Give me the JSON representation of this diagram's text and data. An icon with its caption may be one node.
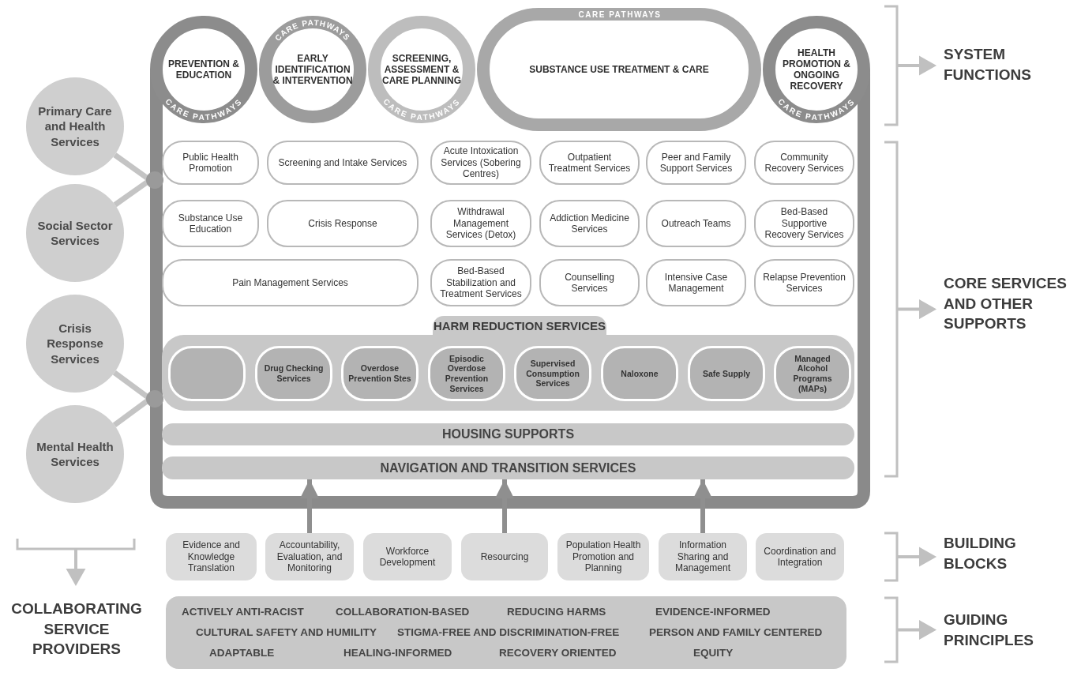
{
  "diagram": {
    "nodes": [
      {
        "text": [],
        "shape": "box"
      },
      {
        "text": [
          "PREVENTION & EDUCATION"
        ],
        "in": 0
      },
      {
        "text": [
          "EARLY IDENTIFICATION & INTERVENTION"
        ],
        "in": 0
      },
      {
        "text": [
          "SCREENING, ASSESSMENT & CARE PLANNING"
        ],
        "in": 0
      },
      {
        "text": [
          "SUBSTANCE USE TREATMENT & CARE"
        ],
        "in": 0
      },
      {
        "text": [
          "HEALTH PROMOTION & ONGOING RECOVERY"
        ],
        "in": 0
      },
      {
        "text": [
          "Public Health Promotion"
        ],
        "in": 0
      },
      {
        "text": [
          "Screening and Intake Services"
        ],
        "in": 0
      },
      {
        "text": [
          "Acute Intoxication Services (Sobering Centres)"
        ],
        "in": 0
      },
      {
        "text": [
          "Outpatient Treatment Services"
        ],
        "in": 0
      },
      {
        "text": [
          "Peer and Family Support Services"
        ],
        "in": 0
      },
      {
        "text": [
          "Community Recovery Services"
        ],
        "in": 0
      },
      {
        "text": [
          "Substance Use Education"
        ],
        "in": 0
      },
      {
        "text": [
          "Crisis Response"
        ],
        "in": 0
      },
      {
        "text": [
          "Withdrawal Management Services (Detox)"
        ],
        "in": 0
      },
      {
        "text": [
          "Addiction Medicine Services"
        ],
        "in": 0
      },
      {
        "text": [
          "Outreach Teams"
        ],
        "in": 0
      },
      {
        "text": [
          "Bed-Based Supportive Recovery Services"
        ],
        "in": 0
      },
      {
        "text": [
          "Pain Management Services"
        ],
        "in": 0
      },
      {
        "text": [
          "Bed-Based Stabilization and Treatment Services"
        ],
        "in": 0
      },
      {
        "text": [
          "Counselling Services"
        ],
        "in": 0
      },
      {
        "text": [
          "Intensive Case Management"
        ],
        "in": 0
      },
      {
        "text": [
          "Relapse Prevention Services"
        ],
        "in": 0
      },
      {
        "text": [
          "HARM REDUCTION SERVICES"
        ],
        "in": 0
      },
      {
        "text": [],
        "shape": "box",
        "in": 23
      },
      {
        "text": [
          "Drug Checking Services"
        ],
        "in": 23
      },
      {
        "text": [
          "Overdose Prevention Stes"
        ],
        "in": 23
      },
      {
        "text": [
          "Episodic Overdose Prevention Services"
        ],
        "in": 23
      },
      {
        "text": [
          "Supervised Consumption Services"
        ],
        "in": 23
      },
      {
        "text": [
          "Naloxone"
        ],
        "in": 23
      },
      {
        "text": [
          "Safe Supply"
        ],
        "in": 23
      },
      {
        "text": [
          "Managed Alcohol Programs (MAPs)"
        ],
        "in": 23
      },
      {
        "text": [
          "HOUSING SUPPORTS"
        ],
        "in": 0
      },
      {
        "text": [
          "NAVIGATION AND TRANSITION SERVICES"
        ],
        "in": 0
      },
      {
        "text": [
          "Evidence and Knowledge Translation"
        ]
      },
      {
        "text": [
          "Accountability, Evaluation, and Monitoring"
        ]
      },
      {
        "text": [
          "Workforce Development"
        ]
      },
      {
        "text": [
          "Resourcing"
        ]
      },
      {
        "text": [
          "Population Health Promotion and Planning"
        ]
      },
      {
        "text": [
          "Information Sharing and Management"
        ]
      },
      {
        "text": [
          "Coordination and Integration"
        ]
      },
      {
        "text": [
          "ACTIVELY ANTI-RACIST",
          "COLLABORATION-BASED",
          "REDUCING HARMS",
          "EVIDENCE-INFORMED",
          "CULTURAL SAFETY AND HUMILITY",
          "STIGMA-FREE AND DISCRIMINATION-FREE",
          "PERSON AND FAMILY CENTERED",
          "ADAPTABLE",
          "HEALING-INFORMED",
          "RECOVERY ORIENTED",
          "EQUITY"
        ]
      },
      {
        "text": [
          "Primary Care and Health Services"
        ]
      },
      {
        "text": [
          "Social Sector Services"
        ]
      },
      {
        "text": [
          "Crisis Response Services"
        ]
      },
      {
        "text": [
          "Mental Health Services"
        ]
      }
    ],
    "edges": [
      {
        "from": 42,
        "to": 0,
        "arrow": "none"
      },
      {
        "from": 43,
        "to": 0,
        "arrow": "none"
      },
      {
        "from": 44,
        "to": 0,
        "arrow": "none"
      },
      {
        "from": 45,
        "to": 0,
        "arrow": "none"
      },
      {
        "from": 35,
        "to": 33,
        "arrow": "to"
      },
      {
        "from": 37,
        "to": 33,
        "arrow": "to"
      },
      {
        "from": 39,
        "to": 33,
        "arrow": "to"
      }
    ],
    "labels": [
      "CARE PATHWAYS",
      "CARE PATHWAYS",
      "CARE PATHWAYS",
      "CARE PATHWAYS",
      "CARE PATHWAYS",
      "SYSTEM FUNCTIONS",
      "CORE SERVICES AND OTHER SUPPORTS",
      "BUILDING BLOCKS",
      "GUIDING PRINCIPLES",
      "COLLABORATING SERVICE PROVIDERS"
    ]
  }
}
